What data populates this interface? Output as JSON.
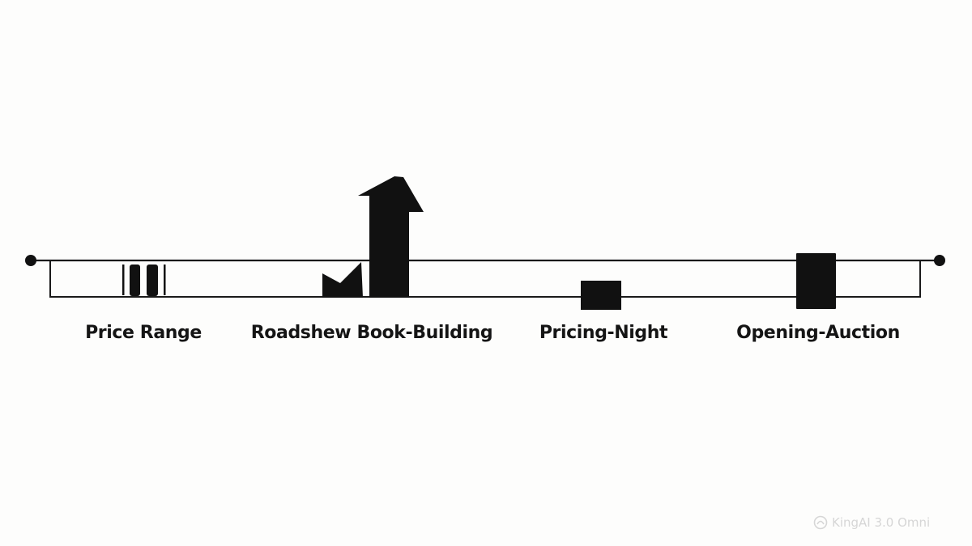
{
  "stages": [
    {
      "label": "Price Range",
      "icon": "price-range-bars-icon"
    },
    {
      "label": "Roadshew Book-Building",
      "icon": "book-building-arrow-icon"
    },
    {
      "label": "Pricing-Night",
      "icon": "pricing-night-block-icon"
    },
    {
      "label": "Opening-Auction",
      "icon": "opening-auction-block-icon"
    }
  ],
  "watermark": {
    "text": "KingAI 3.0 Omni",
    "icon": "kingai-logo-icon"
  },
  "colors": {
    "ink": "#151515",
    "background": "#fdfdfc",
    "watermark": "#d6d6d6"
  }
}
